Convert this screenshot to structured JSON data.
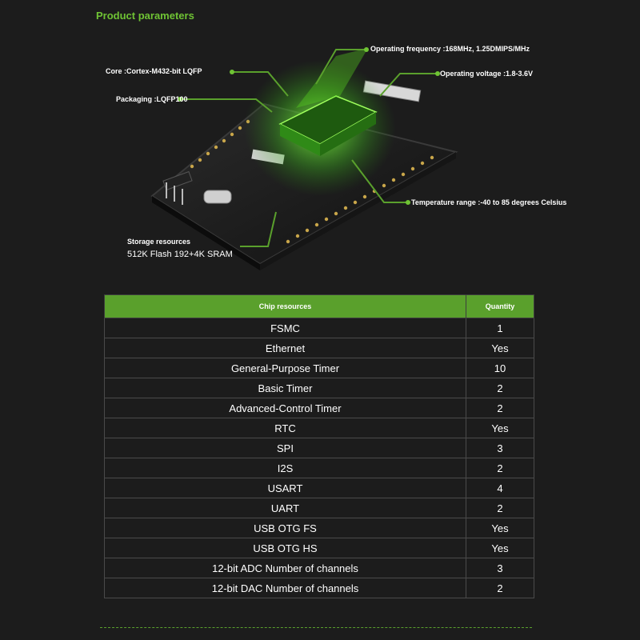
{
  "title": "Product parameters",
  "callouts": {
    "core": "Core :Cortex-M432-bit LQFP",
    "packaging": "Packaging :LQFP100",
    "frequency": "Operating frequency :168MHz, 1.25DMIPS/MHz",
    "voltage": "Operating voltage :1.8-3.6V",
    "temperature": "Temperature range :-40 to 85 degrees Celsius",
    "storage_label": "Storage resources",
    "storage_value": "512K Flash  192+4K SRAM"
  },
  "colors": {
    "accent": "#5aa02c",
    "title": "#6fc334",
    "background": "#1c1c1c"
  },
  "table": {
    "headers": [
      "Chip resources",
      "Quantity"
    ],
    "rows": [
      [
        "FSMC",
        "1"
      ],
      [
        "Ethernet",
        "Yes"
      ],
      [
        "General-Purpose Timer",
        "10"
      ],
      [
        "Basic Timer",
        "2"
      ],
      [
        "Advanced-Control Timer",
        "2"
      ],
      [
        "RTC",
        "Yes"
      ],
      [
        "SPI",
        "3"
      ],
      [
        "I2S",
        "2"
      ],
      [
        "USART",
        "4"
      ],
      [
        "UART",
        "2"
      ],
      [
        "USB OTG FS",
        "Yes"
      ],
      [
        "USB OTG HS",
        "Yes"
      ],
      [
        "12-bit ADC Number of channels",
        "3"
      ],
      [
        "12-bit DAC Number of channels",
        "2"
      ]
    ]
  }
}
